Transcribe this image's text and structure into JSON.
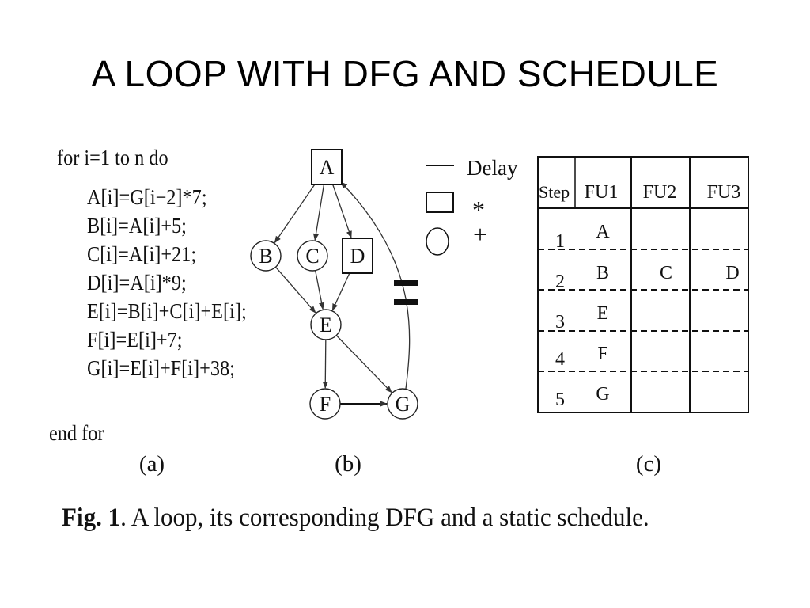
{
  "title": "A LOOP WITH DFG AND SCHEDULE",
  "code": {
    "header": "for i=1 to n  do",
    "lines": [
      "A[i]=G[i−2]*7;",
      "B[i]=A[i]+5;",
      "C[i]=A[i]+21;",
      "D[i]=A[i]*9;",
      "E[i]=B[i]+C[i]+E[i];",
      "F[i]=E[i]+7;",
      "G[i]=E[i]+F[i]+38;"
    ],
    "footer": "end for"
  },
  "dfg": {
    "nodes": [
      {
        "id": "A",
        "op": "mul"
      },
      {
        "id": "B",
        "op": "add"
      },
      {
        "id": "C",
        "op": "add"
      },
      {
        "id": "D",
        "op": "mul"
      },
      {
        "id": "E",
        "op": "add"
      },
      {
        "id": "F",
        "op": "add"
      },
      {
        "id": "G",
        "op": "add"
      }
    ],
    "edges": [
      {
        "from": "A",
        "to": "B"
      },
      {
        "from": "A",
        "to": "C"
      },
      {
        "from": "A",
        "to": "D"
      },
      {
        "from": "B",
        "to": "E"
      },
      {
        "from": "C",
        "to": "E"
      },
      {
        "from": "D",
        "to": "E"
      },
      {
        "from": "E",
        "to": "F"
      },
      {
        "from": "E",
        "to": "G"
      },
      {
        "from": "F",
        "to": "G"
      },
      {
        "from": "G",
        "to": "A",
        "delays": 2
      }
    ]
  },
  "legend": {
    "delay": "Delay",
    "mul": "*",
    "add": "+"
  },
  "schedule": {
    "headers": [
      "Step",
      "FU1",
      "FU2",
      "FU3"
    ],
    "rows": [
      [
        "1",
        "A",
        "",
        ""
      ],
      [
        "2",
        "B",
        "C",
        "D"
      ],
      [
        "3",
        "E",
        "",
        ""
      ],
      [
        "4",
        "F",
        "",
        ""
      ],
      [
        "5",
        "G",
        "",
        ""
      ]
    ]
  },
  "sublabels": [
    "(a)",
    "(b)",
    "(c)"
  ],
  "caption": {
    "bold": "Fig. 1",
    "text": ". A loop, its corresponding DFG and a static schedule."
  }
}
